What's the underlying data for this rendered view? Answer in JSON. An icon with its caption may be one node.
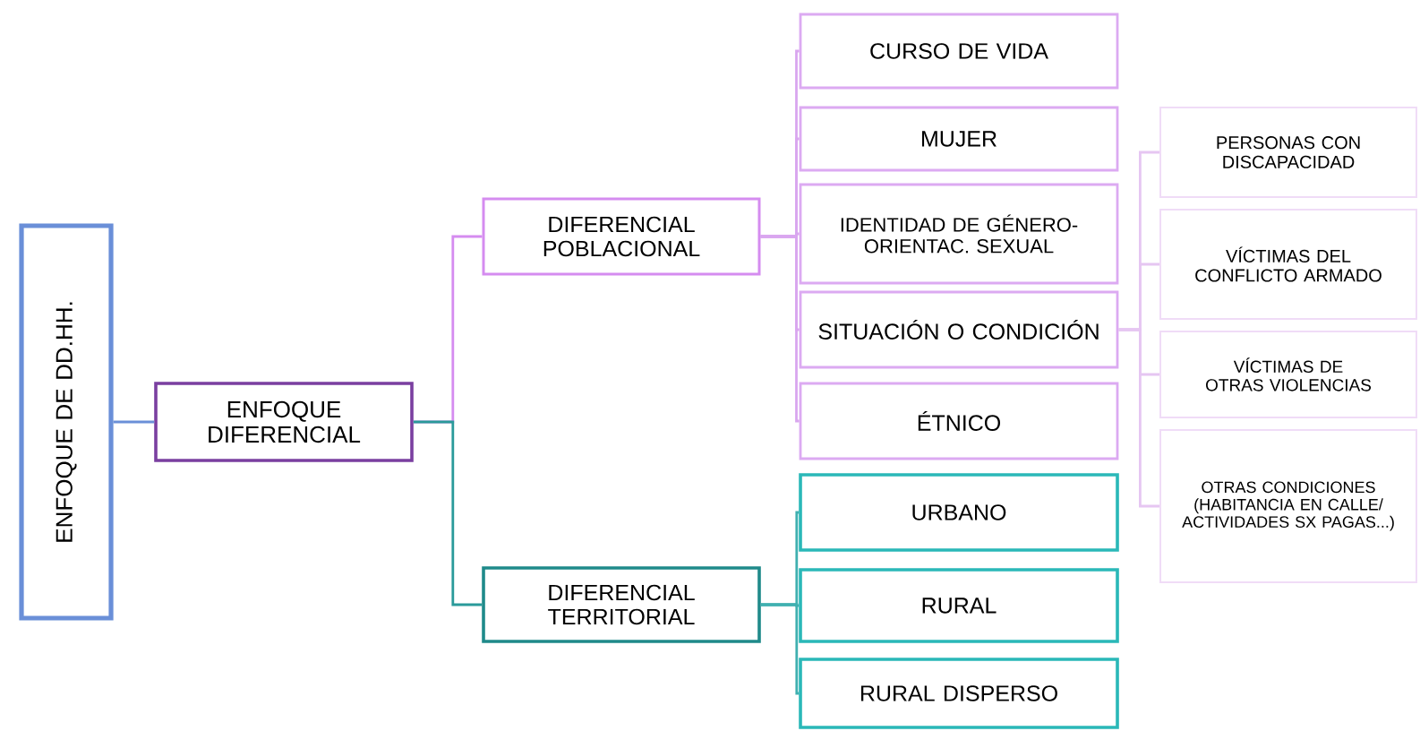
{
  "diagram": {
    "nodes": [
      {
        "text": [
          "ENFOQUE DE DD.HH."
        ]
      },
      {
        "text": [
          "ENFOQUE DIFERENCIAL"
        ]
      },
      {
        "text": [
          "DIFERENCIAL POBLACIONAL"
        ]
      },
      {
        "text": [
          "DIFERENCIAL TERRITORIAL"
        ]
      },
      {
        "text": [
          "CURSO DE VIDA"
        ]
      },
      {
        "text": [
          "MUJER"
        ]
      },
      {
        "text": [
          "IDENTIDAD DE GÉNERO- ORIENTAC. SEXUAL"
        ]
      },
      {
        "text": [
          "SITUACIÓN O CONDICIÓN"
        ]
      },
      {
        "text": [
          "ÉTNICO"
        ]
      },
      {
        "text": [
          "URBANO"
        ]
      },
      {
        "text": [
          "RURAL"
        ]
      },
      {
        "text": [
          "RURAL DISPERSO"
        ]
      },
      {
        "text": [
          "PERSONAS CON DISCAPACIDAD"
        ]
      },
      {
        "text": [
          "VÍCTIMAS DEL CONFLICTO ARMADO"
        ]
      },
      {
        "text": [
          "VÍCTIMAS DE OTRAS VIOLENCIAS"
        ]
      },
      {
        "text": [
          "OTRAS CONDICIONES (HABITANCIA EN CALLE/ ACTIVIDADES SX PAGAS...)"
        ]
      }
    ],
    "edges": [
      {
        "from": 0,
        "to": 1,
        "arrow": "none",
        "color": "#6a8fd8"
      },
      {
        "from": 1,
        "to": 2,
        "arrow": "none",
        "color": "#d58cf0"
      },
      {
        "from": 1,
        "to": 3,
        "arrow": "none",
        "color": "#2a9a9a"
      },
      {
        "from": 2,
        "to": 4,
        "arrow": "none",
        "color": "#d9a6ef"
      },
      {
        "from": 2,
        "to": 5,
        "arrow": "none",
        "color": "#d9a6ef"
      },
      {
        "from": 2,
        "to": 6,
        "arrow": "none",
        "color": "#d9a6ef"
      },
      {
        "from": 2,
        "to": 7,
        "arrow": "none",
        "color": "#d9a6ef"
      },
      {
        "from": 2,
        "to": 8,
        "arrow": "none",
        "color": "#d9a6ef"
      },
      {
        "from": 3,
        "to": 9,
        "arrow": "none",
        "color": "#3fb0b0"
      },
      {
        "from": 3,
        "to": 10,
        "arrow": "none",
        "color": "#3fb0b0"
      },
      {
        "from": 3,
        "to": 11,
        "arrow": "none",
        "color": "#3fb0b0"
      },
      {
        "from": 7,
        "to": 12,
        "arrow": "none",
        "color": "#e6c6f2"
      },
      {
        "from": 7,
        "to": 13,
        "arrow": "none",
        "color": "#e6c6f2"
      },
      {
        "from": 7,
        "to": 14,
        "arrow": "none",
        "color": "#e6c6f2"
      },
      {
        "from": 7,
        "to": 15,
        "arrow": "none",
        "color": "#e6c6f2"
      }
    ]
  }
}
